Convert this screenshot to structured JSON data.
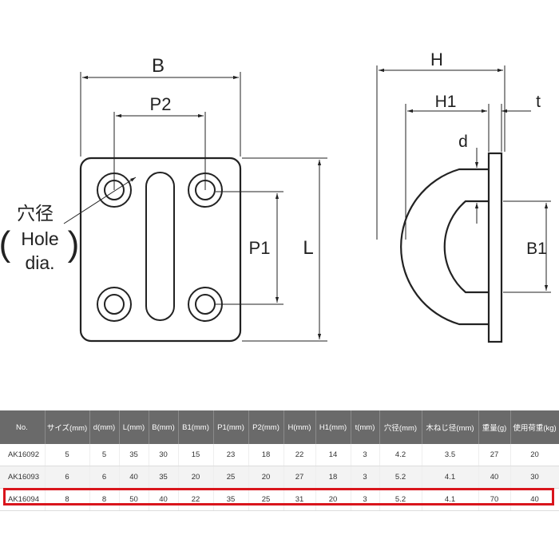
{
  "drawing": {
    "front_labels": {
      "B": "B",
      "P2": "P2",
      "P1": "P1",
      "L": "L"
    },
    "side_labels": {
      "H": "H",
      "H1": "H1",
      "t": "t",
      "d": "d",
      "B1": "B1"
    },
    "hole_label": {
      "jp": "穴径",
      "open": "(",
      "line1": "Hole",
      "line2": "dia.",
      "close": ")"
    },
    "colors": {
      "line": "#222222",
      "highlight": "#d9151c",
      "header_bg": "#6a6a6a"
    }
  },
  "table": {
    "headers": [
      "No.",
      "サイズ(mm)",
      "d(mm)",
      "L(mm)",
      "B(mm)",
      "B1(mm)",
      "P1(mm)",
      "P2(mm)",
      "H(mm)",
      "H1(mm)",
      "t(mm)",
      "穴径(mm)",
      "木ねじ径(mm)",
      "重量(g)",
      "使用荷重(kg)"
    ],
    "rows": [
      [
        "AK16092",
        "5",
        "5",
        "35",
        "30",
        "15",
        "23",
        "18",
        "22",
        "14",
        "3",
        "4.2",
        "3.5",
        "27",
        "20"
      ],
      [
        "AK16093",
        "6",
        "6",
        "40",
        "35",
        "20",
        "25",
        "20",
        "27",
        "18",
        "3",
        "5.2",
        "4.1",
        "40",
        "30"
      ],
      [
        "AK16094",
        "8",
        "8",
        "50",
        "40",
        "22",
        "35",
        "25",
        "31",
        "20",
        "3",
        "5.2",
        "4.1",
        "70",
        "40"
      ]
    ],
    "highlighted_row": 2
  }
}
